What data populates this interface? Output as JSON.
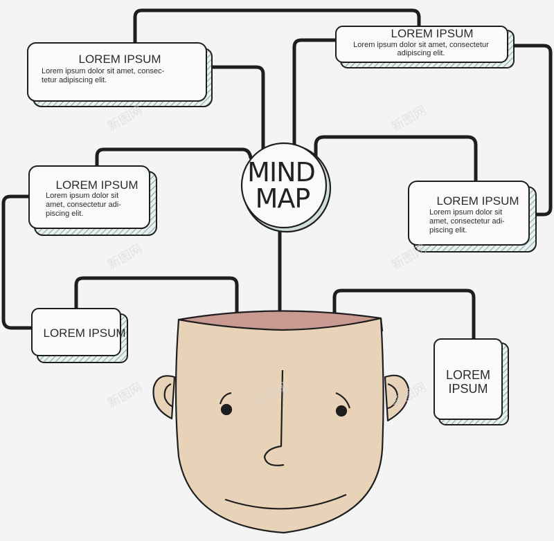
{
  "center": {
    "line1": "MIND",
    "line2": "MAP"
  },
  "boxes": {
    "top_left": {
      "title": "LOREM IPSUM",
      "body": [
        "Lorem ipsum dolor sit amet, consec-",
        "tetur adipiscing elit."
      ]
    },
    "top_right": {
      "title": "LOREM IPSUM",
      "body": [
        "Lorem ipsum dolor sit amet, consectetur",
        "adipiscing elit."
      ]
    },
    "mid_left": {
      "title": "LOREM IPSUM",
      "body": [
        "Lorem ipsum dolor sit",
        "amet, consectetur adi-",
        "piscing elit."
      ]
    },
    "mid_right": {
      "title": "LOREM IPSUM",
      "body": [
        "Lorem ipsum dolor sit",
        "amet, consectetur adi-",
        "piscing elit."
      ]
    },
    "bottom_left": {
      "title": "LOREM IPSUM"
    },
    "bottom_right": {
      "title": [
        "LOREM",
        "IPSUM"
      ]
    }
  },
  "colors": {
    "face": "#e8d3b8",
    "head_inside": "#c99a91",
    "line": "#1e1e1e",
    "box_fill": "#fafafa",
    "box_shadow_stripe": "#9fb7b4"
  },
  "watermark": "新图网"
}
